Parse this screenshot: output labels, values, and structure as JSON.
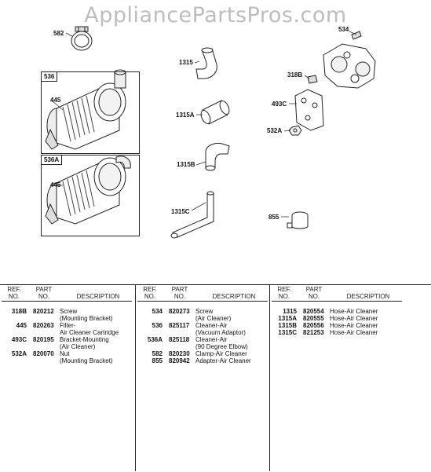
{
  "watermark": "AppliancePartsPros.com",
  "callouts": {
    "c582": "582",
    "c534": "534",
    "c1315": "1315",
    "c318B": "318B",
    "c536": "536",
    "c445a": "445",
    "c1315A": "1315A",
    "c493C": "493C",
    "c532A": "532A",
    "c536A": "536A",
    "c1315B": "1315B",
    "c445b": "445",
    "c1315C": "1315C",
    "c855": "855"
  },
  "table": {
    "headers": {
      "ref_line1": "REF.",
      "ref_line2": "NO.",
      "part_line1": "PART",
      "part_line2": "NO.",
      "description": "DESCRIPTION"
    },
    "columns": [
      {
        "rows": [
          {
            "ref": "318B",
            "part": "820212",
            "desc": [
              "Screw",
              "(Mounting Bracket)"
            ]
          },
          {
            "ref": "445",
            "part": "820263",
            "desc": [
              "Filter-",
              "Air Cleaner Cartridge"
            ]
          },
          {
            "ref": "493C",
            "part": "820195",
            "desc": [
              "Bracket-Mounting",
              "(Air Cleaner)"
            ]
          },
          {
            "ref": "532A",
            "part": "820070",
            "desc": [
              "Nut",
              "(Mounting Bracket)"
            ]
          }
        ]
      },
      {
        "rows": [
          {
            "ref": "534",
            "part": "820273",
            "desc": [
              "Screw",
              "(Air Cleaner)"
            ]
          },
          {
            "ref": "536",
            "part": "825117",
            "desc": [
              "Cleaner-Air",
              "(Vacuum Adaptor)"
            ]
          },
          {
            "ref": "536A",
            "part": "825118",
            "desc": [
              "Cleaner-Air",
              "(90 Degree Elbow)"
            ]
          },
          {
            "ref": "582",
            "part": "820230",
            "desc": [
              "Clamp-Air Cleaner"
            ]
          },
          {
            "ref": "855",
            "part": "820942",
            "desc": [
              "Adapter-Air Cleaner"
            ]
          }
        ]
      },
      {
        "rows": [
          {
            "ref": "1315",
            "part": "820554",
            "desc": [
              "Hose-Air Cleaner"
            ]
          },
          {
            "ref": "1315A",
            "part": "820555",
            "desc": [
              "Hose-Air Cleaner"
            ]
          },
          {
            "ref": "1315B",
            "part": "820556",
            "desc": [
              "Hose-Air Cleaner"
            ]
          },
          {
            "ref": "1315C",
            "part": "821253",
            "desc": [
              "Hose-Air Cleaner"
            ]
          }
        ]
      }
    ]
  }
}
